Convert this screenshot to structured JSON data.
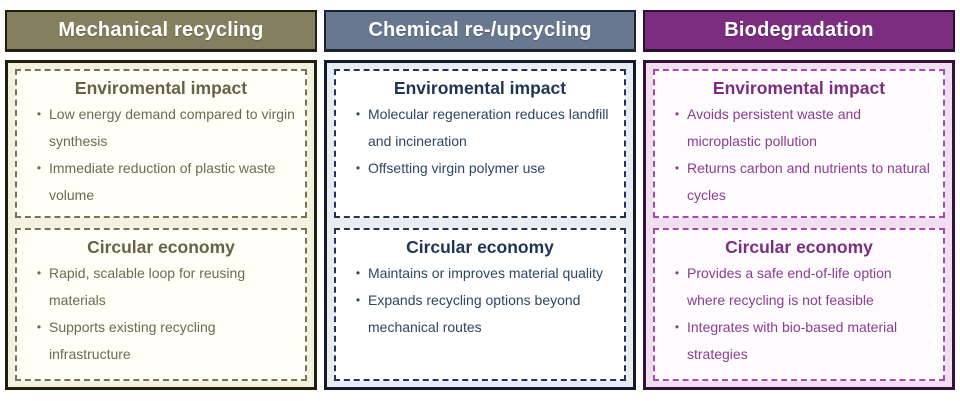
{
  "bullet_glyph": "•",
  "columns": [
    {
      "header": "Mechanical recycling",
      "theme": {
        "header_bg": "#847f5e",
        "header_border": "#21200f",
        "panel_bg": "#f4f1e1",
        "panel_border": "#21200f",
        "box_bg": "#fffef7",
        "box_border": "#77734f",
        "title_color": "#676243",
        "text_color": "#6e6a52"
      },
      "sections": [
        {
          "title": "Enviromental impact",
          "bullets": [
            "Low energy demand compared to virgin synthesis",
            "Immediate reduction of plastic waste volume"
          ]
        },
        {
          "title": "Circular economy",
          "bullets": [
            "Rapid, scalable loop for reusing materials",
            "Supports existing recycling infrastructure"
          ]
        }
      ]
    },
    {
      "header": "Chemical re-/upcycling",
      "theme": {
        "header_bg": "#68788f",
        "header_border": "#1b2433",
        "panel_bg": "#e9edf3",
        "panel_border": "#131c29",
        "box_bg": "#ffffff",
        "box_border": "#1f3556",
        "title_color": "#1e3555",
        "text_color": "#2d4663"
      },
      "sections": [
        {
          "title": "Enviromental impact",
          "bullets": [
            "Molecular regeneration reduces landfill and incineration",
            "Offsetting virgin polymer use"
          ]
        },
        {
          "title": "Circular economy",
          "bullets": [
            "Maintains or improves material quality",
            "Expands recycling options beyond mechanical routes"
          ]
        }
      ]
    },
    {
      "header": "Biodegradation",
      "theme": {
        "header_bg": "#7b2e80",
        "header_border": "#2e0f35",
        "panel_bg": "#f2def1",
        "panel_border": "#331239",
        "box_bg": "#fefbfe",
        "box_border": "#a04ea6",
        "title_color": "#7b2e80",
        "text_color": "#8c3c92"
      },
      "sections": [
        {
          "title": "Enviromental impact",
          "bullets": [
            "Avoids persistent waste and microplastic pollution",
            "Returns carbon and nutrients to natural cycles"
          ]
        },
        {
          "title": "Circular economy",
          "bullets": [
            "Provides a safe end-of-life option where recycling is not feasible",
            "Integrates with bio-based material strategies"
          ]
        }
      ]
    }
  ]
}
